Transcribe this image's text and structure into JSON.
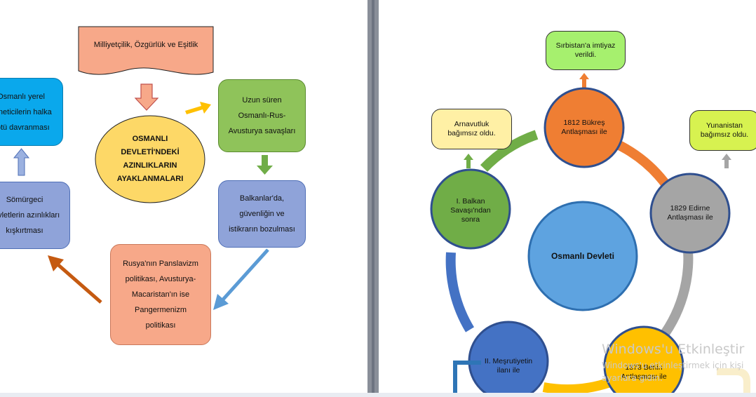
{
  "colors": {
    "divider": "#8a8f99",
    "yellow_circle": "#fdd867",
    "salmon": "#f7a889",
    "green": "#8fc35a",
    "blue_periwinkle": "#8fa3d9",
    "cyan": "#0aa8ec",
    "ring_orange": "#ef7e33",
    "ring_gray": "#a5a5a5",
    "ring_yellow": "#ffc000",
    "ring_blue": "#4472c4",
    "ring_green": "#70ad47"
  },
  "left": {
    "banner": "Milliyetçilik, Özgürlük ve Eşitlik",
    "center": "OSMANLI\nDEVLETİ'NDEKİ\nAZINLIKLARIN\nAYAKLANMALARI",
    "box_war": "Uzun süren\nOsmanlı-Rus-\nAvusturya savaşları",
    "box_balkan": "Balkanlar'da,\ngüvenliğin ve\nistikrarın bozulması",
    "box_russia": "Rusya'nın Panslavizm\npolitikası, Avusturya-\nMacaristan'ın ise\nPangermenizm\npolitikası",
    "box_colonial": "Sömürgeci\ndevletlerin azınlıkları\nkışkırtması",
    "box_local": "Osmanlı yerel\nyöneticilerin halka\nkötü davranması"
  },
  "right": {
    "center": "Osmanlı Devleti",
    "n1812": "1812 Bükreş\nAntlaşması ile",
    "n1829": "1829 Edirne\nAntlaşması ile",
    "n1878": "1878 Berlin\nAntlaşması ile",
    "nMesrutiyet": "II. Meşrutiyetin\nilanı ile",
    "nBalkan": "I. Balkan\nSavaşı'ndan\nsonra",
    "c_serbia": "Sırbistan'a imtiyaz\nverildi.",
    "c_greece": "Yunanistan\nbağımsız oldu.",
    "c_albania": "Arnavutluk\nbağımsız oldu."
  },
  "watermark": {
    "title": "Windows'u Etkinleştir",
    "line1": "Windows'u etkinleştirmek için kişi",
    "line2": "ayarlara gidin."
  }
}
